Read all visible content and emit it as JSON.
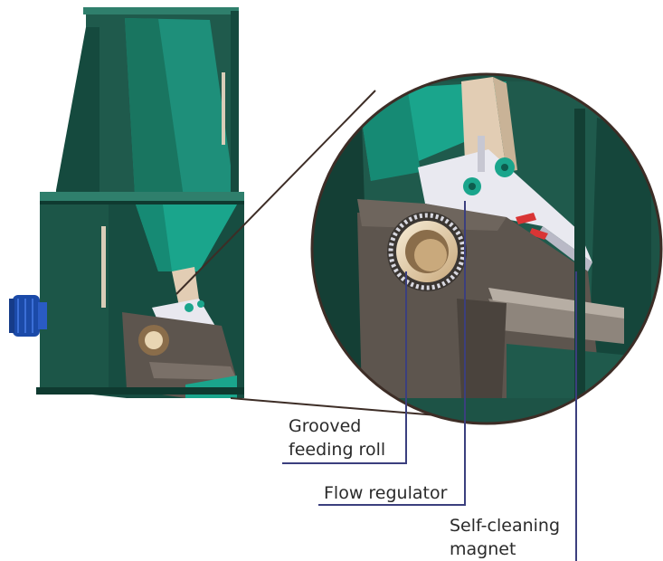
{
  "labels": {
    "grooved_feeding_roll_line1": "Grooved",
    "grooved_feeding_roll_line2": "feeding roll",
    "flow_regulator": "Flow regulator",
    "self_cleaning_magnet_line1": "Self-cleaning",
    "self_cleaning_magnet_line2": "magnet"
  },
  "colors": {
    "steel_green": "#1f5a4c",
    "steel_dark": "#123f35",
    "steel_light": "#2f7f6c",
    "teal_interior": "#1aa58c",
    "housing_brown": "#5d554e",
    "housing_dark": "#3b3632",
    "gate_beige": "#e2cdb4",
    "roll_cream": "#f2e4c8",
    "roll_brown": "#8a6d4a",
    "motor_blue": "#1b4aa8",
    "callout_line": "#3d2d26",
    "leader_line": "#3b3f7e",
    "magnet_marker": "#d93535"
  }
}
